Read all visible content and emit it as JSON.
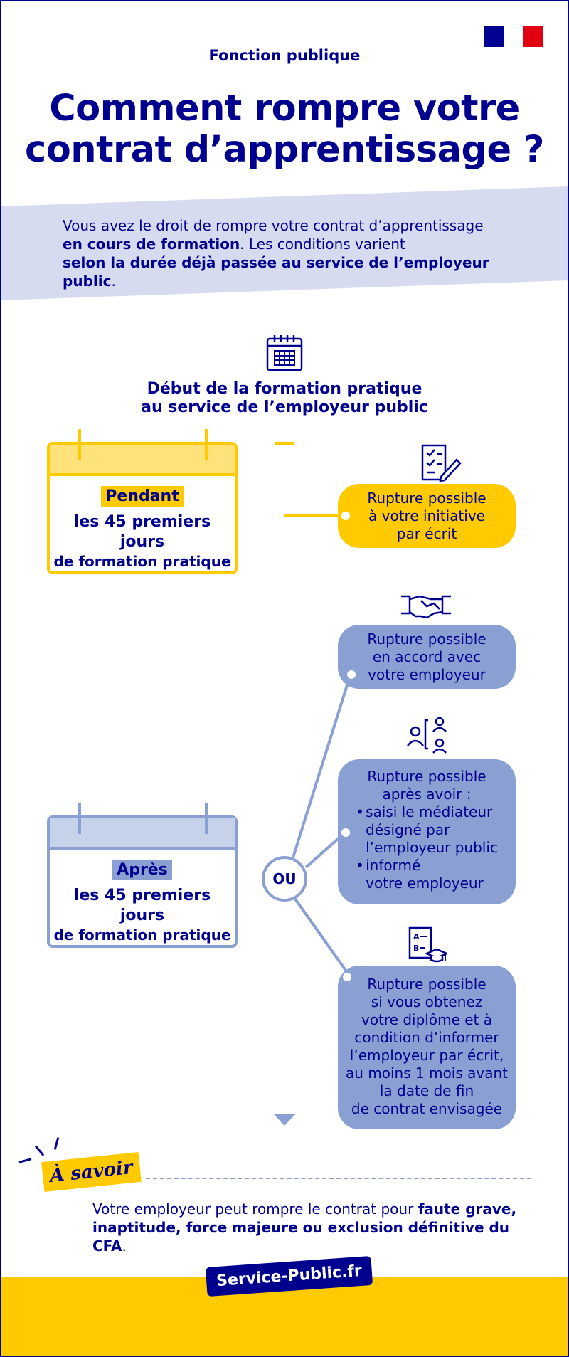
{
  "header": {
    "kicker": "Fonction publique",
    "title_line1": "Comment rompre votre",
    "title_line2": "contrat d’apprentissage ?"
  },
  "intro": {
    "part1": "Vous avez le droit de rompre votre contrat d’apprentissage",
    "part2_bold": "en cours de formation",
    "part3": ". Les conditions varient",
    "part4_bold": "selon la durée déjà passée au service de l’employeur public",
    "part5": "."
  },
  "timeline": {
    "heading_line1": "Début de la formation pratique",
    "heading_line2": "au service de l’employeur public"
  },
  "cards": {
    "during": {
      "tag": "Pendant",
      "line1": "les 45 premiers jours",
      "line2": "de formation pratique"
    },
    "after": {
      "tag": "Après",
      "line1": "les 45 premiers jours",
      "line2": "de formation pratique"
    }
  },
  "or_label": "OU",
  "bubbles": {
    "initiative": {
      "line1": "Rupture possible",
      "line2": "à votre initiative",
      "line3": "par écrit"
    },
    "agreement": {
      "line1": "Rupture possible",
      "line2": "en accord avec",
      "line3": "votre employeur"
    },
    "mediator": {
      "line1": "Rupture possible",
      "line2": "après avoir :",
      "item1_a": "saisi le médiateur",
      "item1_b": "désigné par",
      "item1_c": "l’employeur public",
      "item2_a": "informé",
      "item2_b": "votre employeur"
    },
    "diploma": {
      "line1": "Rupture possible",
      "line2": "si vous obtenez",
      "line3": "votre diplôme et à",
      "line4": "condition d’informer",
      "line5": "l’employeur par écrit,",
      "line6": "au moins 1 mois avant",
      "line7": "la date de fin",
      "line8": "de contrat envisagée"
    }
  },
  "savoir": {
    "label": "À savoir",
    "text1": "Votre employeur peut rompre le contrat pour ",
    "text2_bold": "faute grave,",
    "text3_bold": "inaptitude, force majeure ou exclusion définitive du CFA",
    "text4": "."
  },
  "footer": {
    "brand": "Service-Public.fr"
  },
  "colors": {
    "navy": "#00008f",
    "yellow": "#ffca00",
    "blue": "#8a9fd2",
    "band": "#d6dbef"
  }
}
